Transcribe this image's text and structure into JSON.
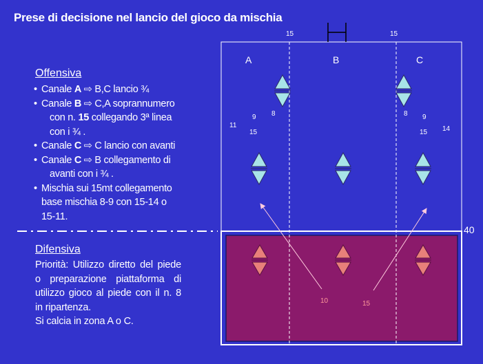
{
  "title": "Prese di decisione nel lancio del gioco da mischia",
  "offensive": {
    "heading": "Offensiva",
    "b1": {
      "pre": "Canale ",
      "bold": "A",
      "post": " B,C lancio ¾"
    },
    "b2": {
      "pre": "Canale ",
      "bold": "B",
      "post": " C,A soprannumero",
      "l2a": "con n. ",
      "l2b": "15",
      "l2c": " collegando  3ª   linea",
      "l3": "con i ¾ ."
    },
    "b3": {
      "pre": "Canale ",
      "bold": "C",
      "post": " C lancio con avanti"
    },
    "b4": {
      "pre": "Canale ",
      "bold": "C",
      "post": " B collegamento di",
      "l2": "avanti con i ¾  ."
    },
    "b5": {
      "l1": "Mischia sui 15mt collegamento",
      "l2": "base mischia 8-9 con 15-14   o",
      "l3": "15-11."
    }
  },
  "defensive": {
    "heading": "Difensiva",
    "l1": "Priorità: Utilizzo diretto del piede",
    "l2": "o   preparazione   piattaforma   di",
    "l3": "utilizzo gioco al piede con il n.  8",
    "l4": "in ripartenza.",
    "l5": "Si calcia in zona A o C."
  },
  "field": {
    "line_label_left": "15",
    "line_label_right": "15",
    "line_40_label": "40",
    "channels": [
      "A",
      "B",
      "C"
    ],
    "left_players": [
      "11",
      "9",
      "8",
      "15"
    ],
    "right_players": [
      "8",
      "9",
      "15",
      "14"
    ],
    "kick_labels": [
      "10",
      "15"
    ]
  },
  "colors": {
    "background": "#3333cc",
    "defensive_zone": "#8b1a6b",
    "attack_marker": "#a8e4e8",
    "defense_marker": "#e8807a",
    "arrow": "#ffccdd",
    "kick_label": "#ff9999"
  }
}
